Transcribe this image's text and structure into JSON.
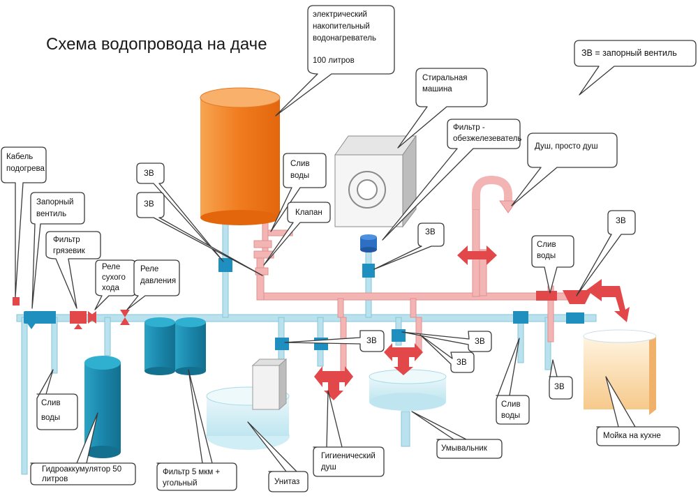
{
  "title": "Схема водопровода  на даче",
  "legend": "ЗВ = запорный вентиль",
  "labels": {
    "heater_l1": "электрический",
    "heater_l2": "накопительный",
    "heater_l3": "водонагреватель",
    "heater_l4": "100 литров",
    "washer_l1": "Стиральная",
    "washer_l2": "машина",
    "iron_filter_l1": "Фильтр -",
    "iron_filter_l2": "обезжелезеватель",
    "shower": "Душ, просто душ",
    "cable_l1": "Кабель",
    "cable_l2": "подогрева",
    "valve_l1": "Запорный",
    "valve_l2": "вентиль",
    "mudfilter_l1": "Фильтр",
    "mudfilter_l2": "грязевик",
    "dryrun_l1": "Реле",
    "dryrun_l2": "сухого",
    "dryrun_l3": "хода",
    "pressure_l1": "Реле",
    "pressure_l2": "давления",
    "drain1_l1": "Слив",
    "drain1_l2": "воды",
    "drain2_l1": "Слив",
    "drain2_l2": "воды",
    "drain3_l1": "Слив",
    "drain3_l2": "воды",
    "drain4_l1": "Слив",
    "drain4_l2": "воды",
    "klapan": "Клапан",
    "zv": "ЗВ",
    "hydro_l1": "Гидроаккумулятор 50",
    "hydro_l2": "литров",
    "filter5_l1": "Фильтр 5 мкм +",
    "filter5_l2": "угольный",
    "toilet": "Унитаз",
    "hygiene_l1": "Гигиенический",
    "hygiene_l2": "душ",
    "washbasin": "Умывальник",
    "sink": "Мойка на кухне"
  },
  "colors": {
    "cold_pipe": "#b9e2ee",
    "hot_pipe": "#f3b4b4",
    "valve_blue": "#1e8fbf",
    "valve_red": "#e2484a",
    "heater": "#f07d22",
    "tank": "#1c8fb2",
    "filter_dark": "#187fa0"
  }
}
